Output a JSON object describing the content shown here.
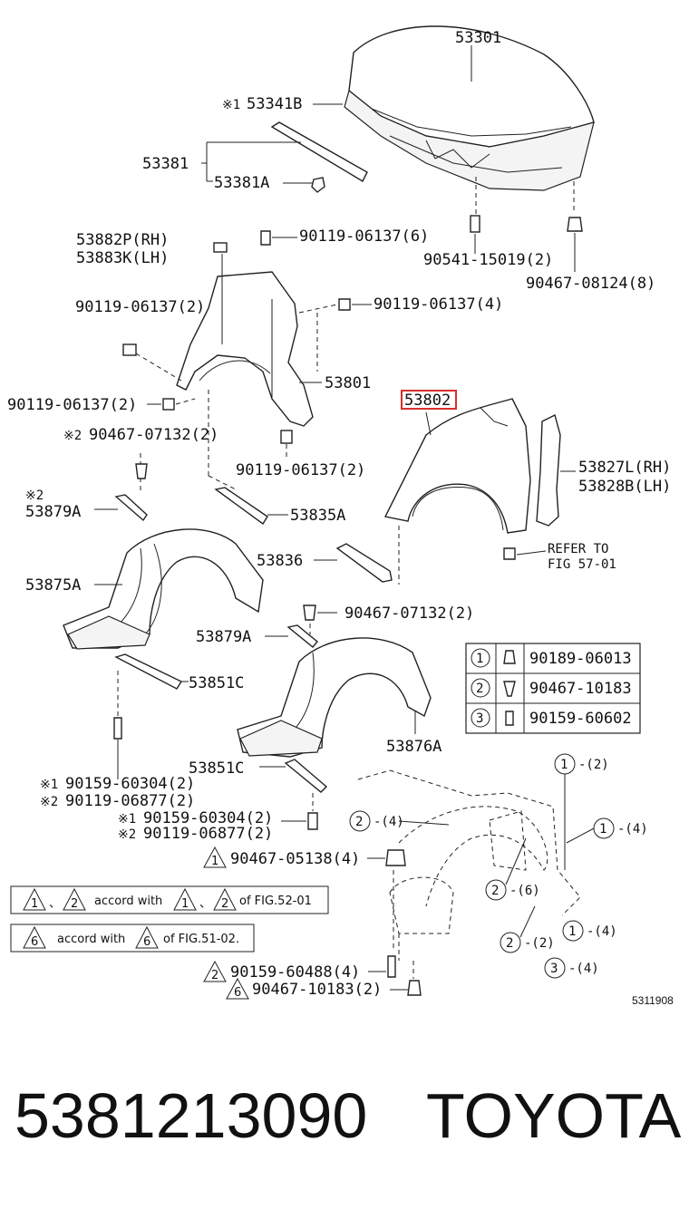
{
  "labels": {
    "hood": "53301",
    "hood_seal_mark": "※1",
    "hood_seal": "53341B",
    "seal_group": "53381",
    "seal_sub": "53381A",
    "ext_rh": "53882P(RH)",
    "ext_lh": "53883K(LH)",
    "bolt_top": "90119-06137(6)",
    "bolt_mid_right": "90119-06137(4)",
    "bolt_left_top": "90119-06137(2)",
    "bolt_left_mid": "90119-06137(2)",
    "bolt_lower": "90119-06137(2)",
    "clip_upper_mark": "※2",
    "clip_upper": "90467-07132(2)",
    "hood_stud": "90541-15019(2)",
    "hood_clip": "90467-08124(8)",
    "fender_bracket": "53801",
    "fender": "53802",
    "liner_rh": "53827L(RH)",
    "liner_lh": "53828B(LH)",
    "refer_1": "REFER TO",
    "refer_2": "FIG 57-01",
    "mark_879": "※2",
    "part_879a": "53879A",
    "part_835a": "53835A",
    "part_836": "53836",
    "part_875a": "53875A",
    "clip_mid": "90467-07132(2)",
    "part_879a_b": "53879A",
    "part_851c": "53851C",
    "part_876a": "53876A",
    "part_851c_b": "53851C",
    "bolt_l1_mark": "※1",
    "bolt_l1": "90159-60304(2)",
    "bolt_l2_mark": "※2",
    "bolt_l2": "90119-06877(2)",
    "bolt_m1_mark": "※1",
    "bolt_m1": "90159-60304(2)",
    "bolt_m2_mark": "※2",
    "bolt_m2": "90119-06877(2)",
    "clip_tri1_num": "1",
    "clip_tri1": "90467-05138(4)",
    "bolt_tri2_num": "2",
    "bolt_tri2": "90159-60488(4)",
    "clip_tri6_num": "6",
    "clip_tri6": "90467-10183(2)",
    "figure_code": "5311908"
  },
  "legend_table": {
    "rows": [
      {
        "num": "1",
        "part": "90189-06013"
      },
      {
        "num": "2",
        "part": "90467-10183"
      },
      {
        "num": "3",
        "part": "90159-60602"
      }
    ]
  },
  "notes": {
    "note1": {
      "tri_a": "1",
      "sep": "、",
      "tri_b": "2",
      "text": "accord with",
      "tri_c": "1",
      "sep2": "、",
      "tri_d": "2",
      "tail": "of FIG.52-01"
    },
    "note2": {
      "tri_a": "6",
      "text": "accord with",
      "tri_b": "6",
      "tail": "of FIG.51-02."
    }
  },
  "callouts": [
    {
      "num": "1",
      "qty": "-(2)"
    },
    {
      "num": "1",
      "qty": "-(4)"
    },
    {
      "num": "2",
      "qty": "-(4)"
    },
    {
      "num": "2",
      "qty": "-(6)"
    },
    {
      "num": "2",
      "qty": "-(2)"
    },
    {
      "num": "1",
      "qty": "-(4)"
    },
    {
      "num": "3",
      "qty": "-(4)"
    }
  ],
  "footer": {
    "part_number": "5381213090",
    "brand": "TOYOTA"
  },
  "highlight_color": "#d9302c"
}
